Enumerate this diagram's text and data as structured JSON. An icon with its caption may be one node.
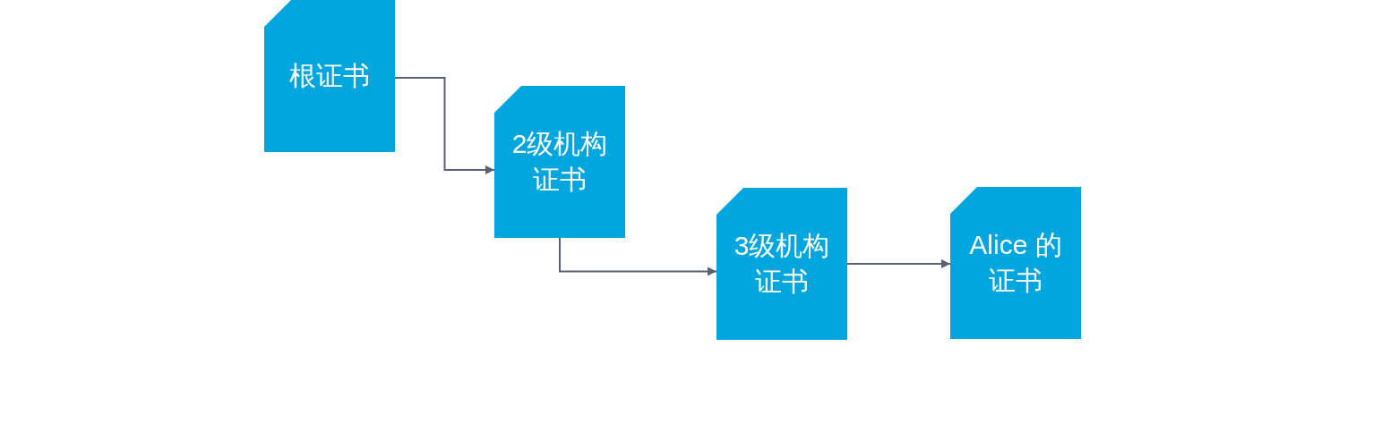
{
  "diagram": {
    "nodes": [
      {
        "text": [
          "根证书"
        ]
      },
      {
        "text": [
          "2级机构证书"
        ]
      },
      {
        "text": [
          "3级机构证书"
        ]
      },
      {
        "text": [
          "Alice 的证书"
        ]
      }
    ],
    "edges": [
      {
        "from": 0,
        "to": 1,
        "arrow": "to"
      },
      {
        "from": 1,
        "to": 2,
        "arrow": "to"
      },
      {
        "from": 2,
        "to": 3,
        "arrow": "to"
      }
    ]
  }
}
